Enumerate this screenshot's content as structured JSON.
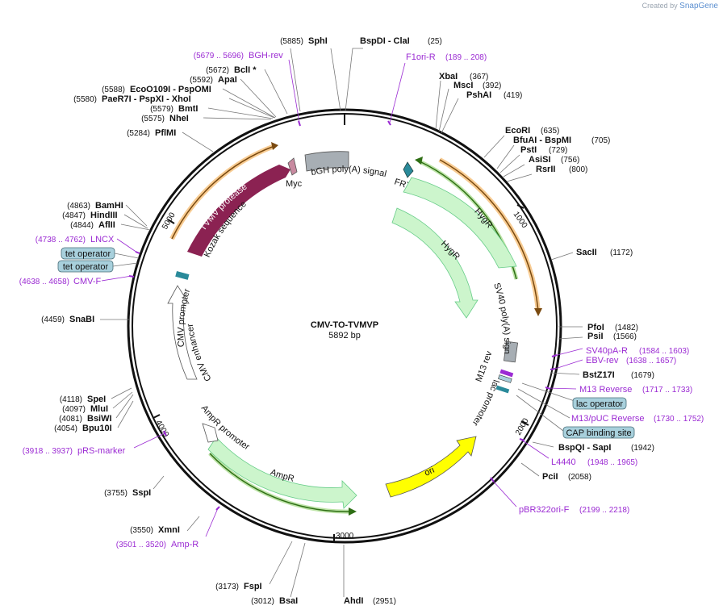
{
  "credit": {
    "prefix": "Created by",
    "brand": "SnapGene"
  },
  "map": {
    "title": "CMV-TO-TVMVP",
    "length_label": "5892 bp"
  },
  "ticks": [
    "1000",
    "2000",
    "3000",
    "4000",
    "5000"
  ],
  "sites_right": [
    {
      "pos": "(25)",
      "name": "BspDI  - ClaI"
    },
    {
      "pos": "(367)",
      "name": "XbaI"
    },
    {
      "pos": "(392)",
      "name": "MscI"
    },
    {
      "pos": "(419)",
      "name": "PshAI"
    },
    {
      "pos": "(635)",
      "name": "EcoRI"
    },
    {
      "pos": "(705)",
      "name": "BfuAI  - BspMI"
    },
    {
      "pos": "(729)",
      "name": "PstI"
    },
    {
      "pos": "(756)",
      "name": "AsiSI"
    },
    {
      "pos": "(800)",
      "name": "RsrII"
    },
    {
      "pos": "(1172)",
      "name": "SacII"
    },
    {
      "pos": "(1482)",
      "name": "PfoI"
    },
    {
      "pos": "(1566)",
      "name": "PsiI"
    },
    {
      "pos": "(1679)",
      "name": "BstZ17I"
    },
    {
      "pos": "(1942)",
      "name": "BspQI  - SapI"
    },
    {
      "pos": "(2058)",
      "name": "PciI"
    },
    {
      "pos": "(2951)",
      "name": "AhdI"
    }
  ],
  "sites_left": [
    {
      "pos": "(5885)",
      "name": "SphI"
    },
    {
      "pos": "(5672)",
      "name": "BclI *"
    },
    {
      "pos": "(5592)",
      "name": "ApaI"
    },
    {
      "pos": "(5588)",
      "name": "EcoO109I  - PspOMI"
    },
    {
      "pos": "(5580)",
      "name": "PaeR7I  - PspXI  - XhoI"
    },
    {
      "pos": "(5579)",
      "name": "BmtI"
    },
    {
      "pos": "(5575)",
      "name": "NheI"
    },
    {
      "pos": "(5284)",
      "name": "PflMI"
    },
    {
      "pos": "(4863)",
      "name": "BamHI"
    },
    {
      "pos": "(4847)",
      "name": "HindIII"
    },
    {
      "pos": "(4844)",
      "name": "AflII"
    },
    {
      "pos": "(4459)",
      "name": "SnaBI"
    },
    {
      "pos": "(4118)",
      "name": "SpeI"
    },
    {
      "pos": "(4097)",
      "name": "MluI"
    },
    {
      "pos": "(4081)",
      "name": "BsiWI"
    },
    {
      "pos": "(4054)",
      "name": "Bpu10I"
    },
    {
      "pos": "(3755)",
      "name": "SspI"
    },
    {
      "pos": "(3550)",
      "name": "XmnI"
    },
    {
      "pos": "(3173)",
      "name": "FspI"
    },
    {
      "pos": "(3012)",
      "name": "BsaI"
    }
  ],
  "primers": [
    {
      "name": "BGH-rev",
      "range": "(5679 .. 5696)"
    },
    {
      "name": "F1ori-R",
      "range": "(189 .. 208)"
    },
    {
      "name": "SV40pA-R",
      "range": "(1584 .. 1603)"
    },
    {
      "name": "EBV-rev",
      "range": "(1638 .. 1657)"
    },
    {
      "name": "M13 Reverse",
      "range": "(1717 .. 1733)"
    },
    {
      "name": "M13/pUC Reverse",
      "range": "(1730 .. 1752)"
    },
    {
      "name": "L4440",
      "range": "(1948 .. 1965)"
    },
    {
      "name": "pBR322ori-F",
      "range": "(2199 .. 2218)"
    },
    {
      "name": "Amp-R",
      "range": "(3501 .. 3520)"
    },
    {
      "name": "pRS-marker",
      "range": "(3918 .. 3937)"
    },
    {
      "name": "CMV-F",
      "range": "(4638 .. 4658)"
    },
    {
      "name": "LNCX",
      "range": "(4738 .. 4762)"
    }
  ],
  "boxes": [
    "tet operator",
    "tet operator",
    "lac operator",
    "CAP binding site"
  ],
  "features": {
    "tvmv": "TVMV protease",
    "kozak": "Kozak sequence",
    "myc": "Myc",
    "bgh": "bGH poly(A) signal",
    "frt": "FRT",
    "hygr_outer": "HygR",
    "hygr_inner": "HygR",
    "sv40": "SV40 poly(A) signal",
    "m13rev": "M13 rev",
    "lacprom": "lac promoter",
    "ori": "ori",
    "ampr": "AmpR",
    "amprprom": "AmpR promoter",
    "cmvprom": "CMV promoter",
    "cmvenh": "CMV enhancer"
  },
  "colors": {
    "backbone": "#111111",
    "tvmv": "#8b2252",
    "hygr": "#ccf5cc",
    "ori": "#ffff00",
    "bgh": "#a7aeb4",
    "primer": "#9b2bd3",
    "orange_arc": "#f2a23a",
    "green_arc": "#3a8a20",
    "box": "#a8d0dc"
  }
}
